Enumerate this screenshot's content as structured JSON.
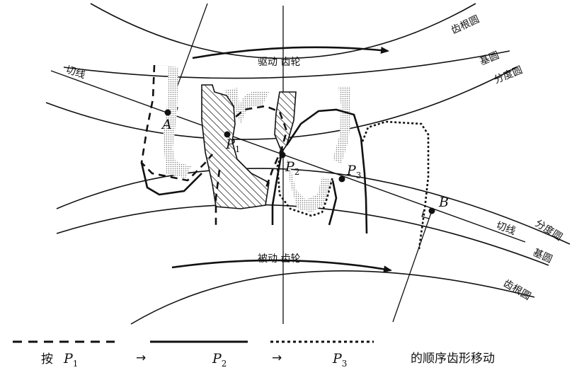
{
  "diagram": {
    "driving_gear": "驱动 齿轮",
    "driven_gear": "被动 齿轮",
    "upper_circles": {
      "root": "齿根圆",
      "base": "基圆",
      "pitch": "分度圆"
    },
    "lower_circles": {
      "pitch": "分度圆",
      "base": "基圆",
      "root": "齿根圆"
    },
    "tangent_upper": "切线",
    "tangent_lower": "切线",
    "points": {
      "A": "A",
      "B": "B",
      "P1": {
        "base": "P",
        "sub": "1"
      },
      "P2": {
        "base": "P",
        "sub": "2"
      },
      "P3": {
        "base": "P",
        "sub": "3"
      }
    }
  },
  "legend": {
    "prefix": "按",
    "p1": {
      "base": "P",
      "sub": "1"
    },
    "arrow1": "→",
    "p2": {
      "base": "P",
      "sub": "2"
    },
    "arrow2": "→",
    "p3": {
      "base": "P",
      "sub": "3"
    },
    "suffix": "的顺序齿形移动"
  }
}
